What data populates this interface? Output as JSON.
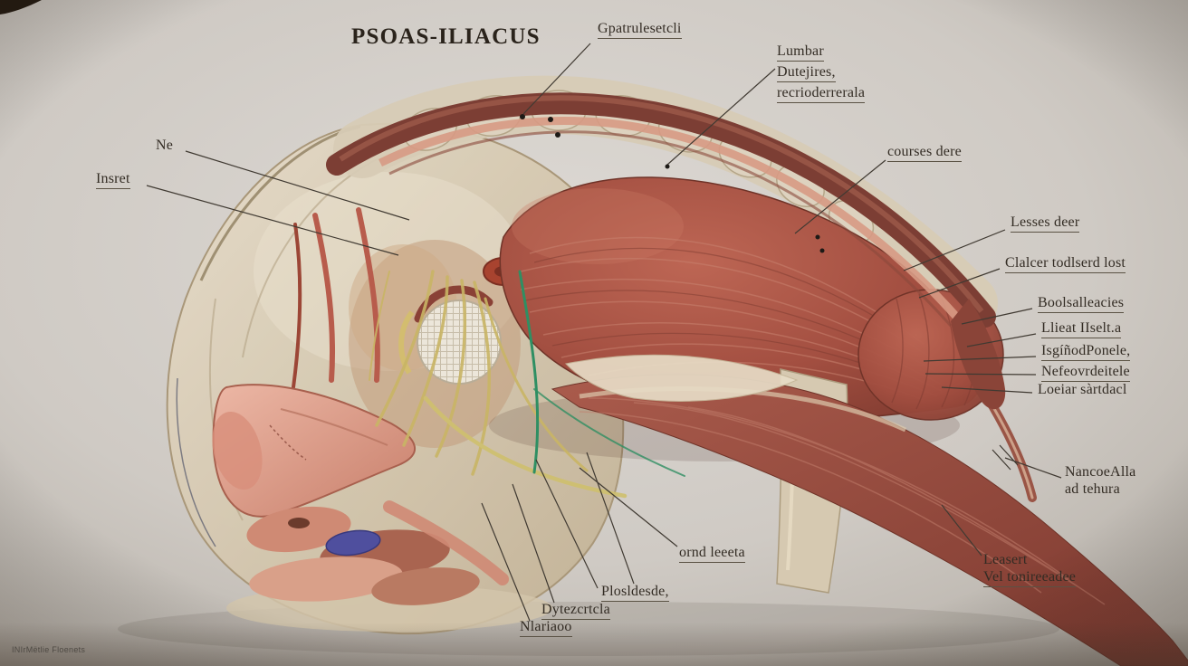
{
  "title": "PSOAS-ILIACUS",
  "watermark": "INIrMëtlie Floenets",
  "labels": {
    "gpatrulesetcli": "Gpatrulesetcli",
    "lumbar_line1": "Lumbar",
    "lumbar_line2": "Dutejires,",
    "lumbar_line3": "recrioderrerala",
    "ne": "Ne",
    "insret": "Insret",
    "courses_dere": "courses dere",
    "lesses_deer": "Lesses deer",
    "clalcer": "Clalcer todlserd lost",
    "boolsalleacies": "Boolsalleacies",
    "llieat": "Llieat IIselt.a",
    "isginod": "IsgíñodPonele,",
    "nefeovrdeitele": "Nefeovrdeitele",
    "loeiar": "Loeiar sàrtdacl",
    "nancoealla_line1": "NancoeAlla",
    "nancoealla_line2": "ad tehura",
    "ornd_leeeta": "ornd leeeta",
    "leasert_line1": "Leasert",
    "leasert_line2": "Vel tonireeadee",
    "plosldesde": "Plosldesde,",
    "dytezcrtcla": "Dytezcrtcla",
    "nlariaoo": "Nlariaoo"
  },
  "colors": {
    "background": "#cfcac4",
    "bone": "#d7cbb5",
    "muscle_red": "#a34f41",
    "spine_band": "#7c3e34",
    "tendon_salmon": "#d79a84",
    "nerve_yellow": "#c9b565",
    "vessel_green": "#2f8f63",
    "vein_blue": "#4f4f9e",
    "label_text": "#332c24"
  }
}
